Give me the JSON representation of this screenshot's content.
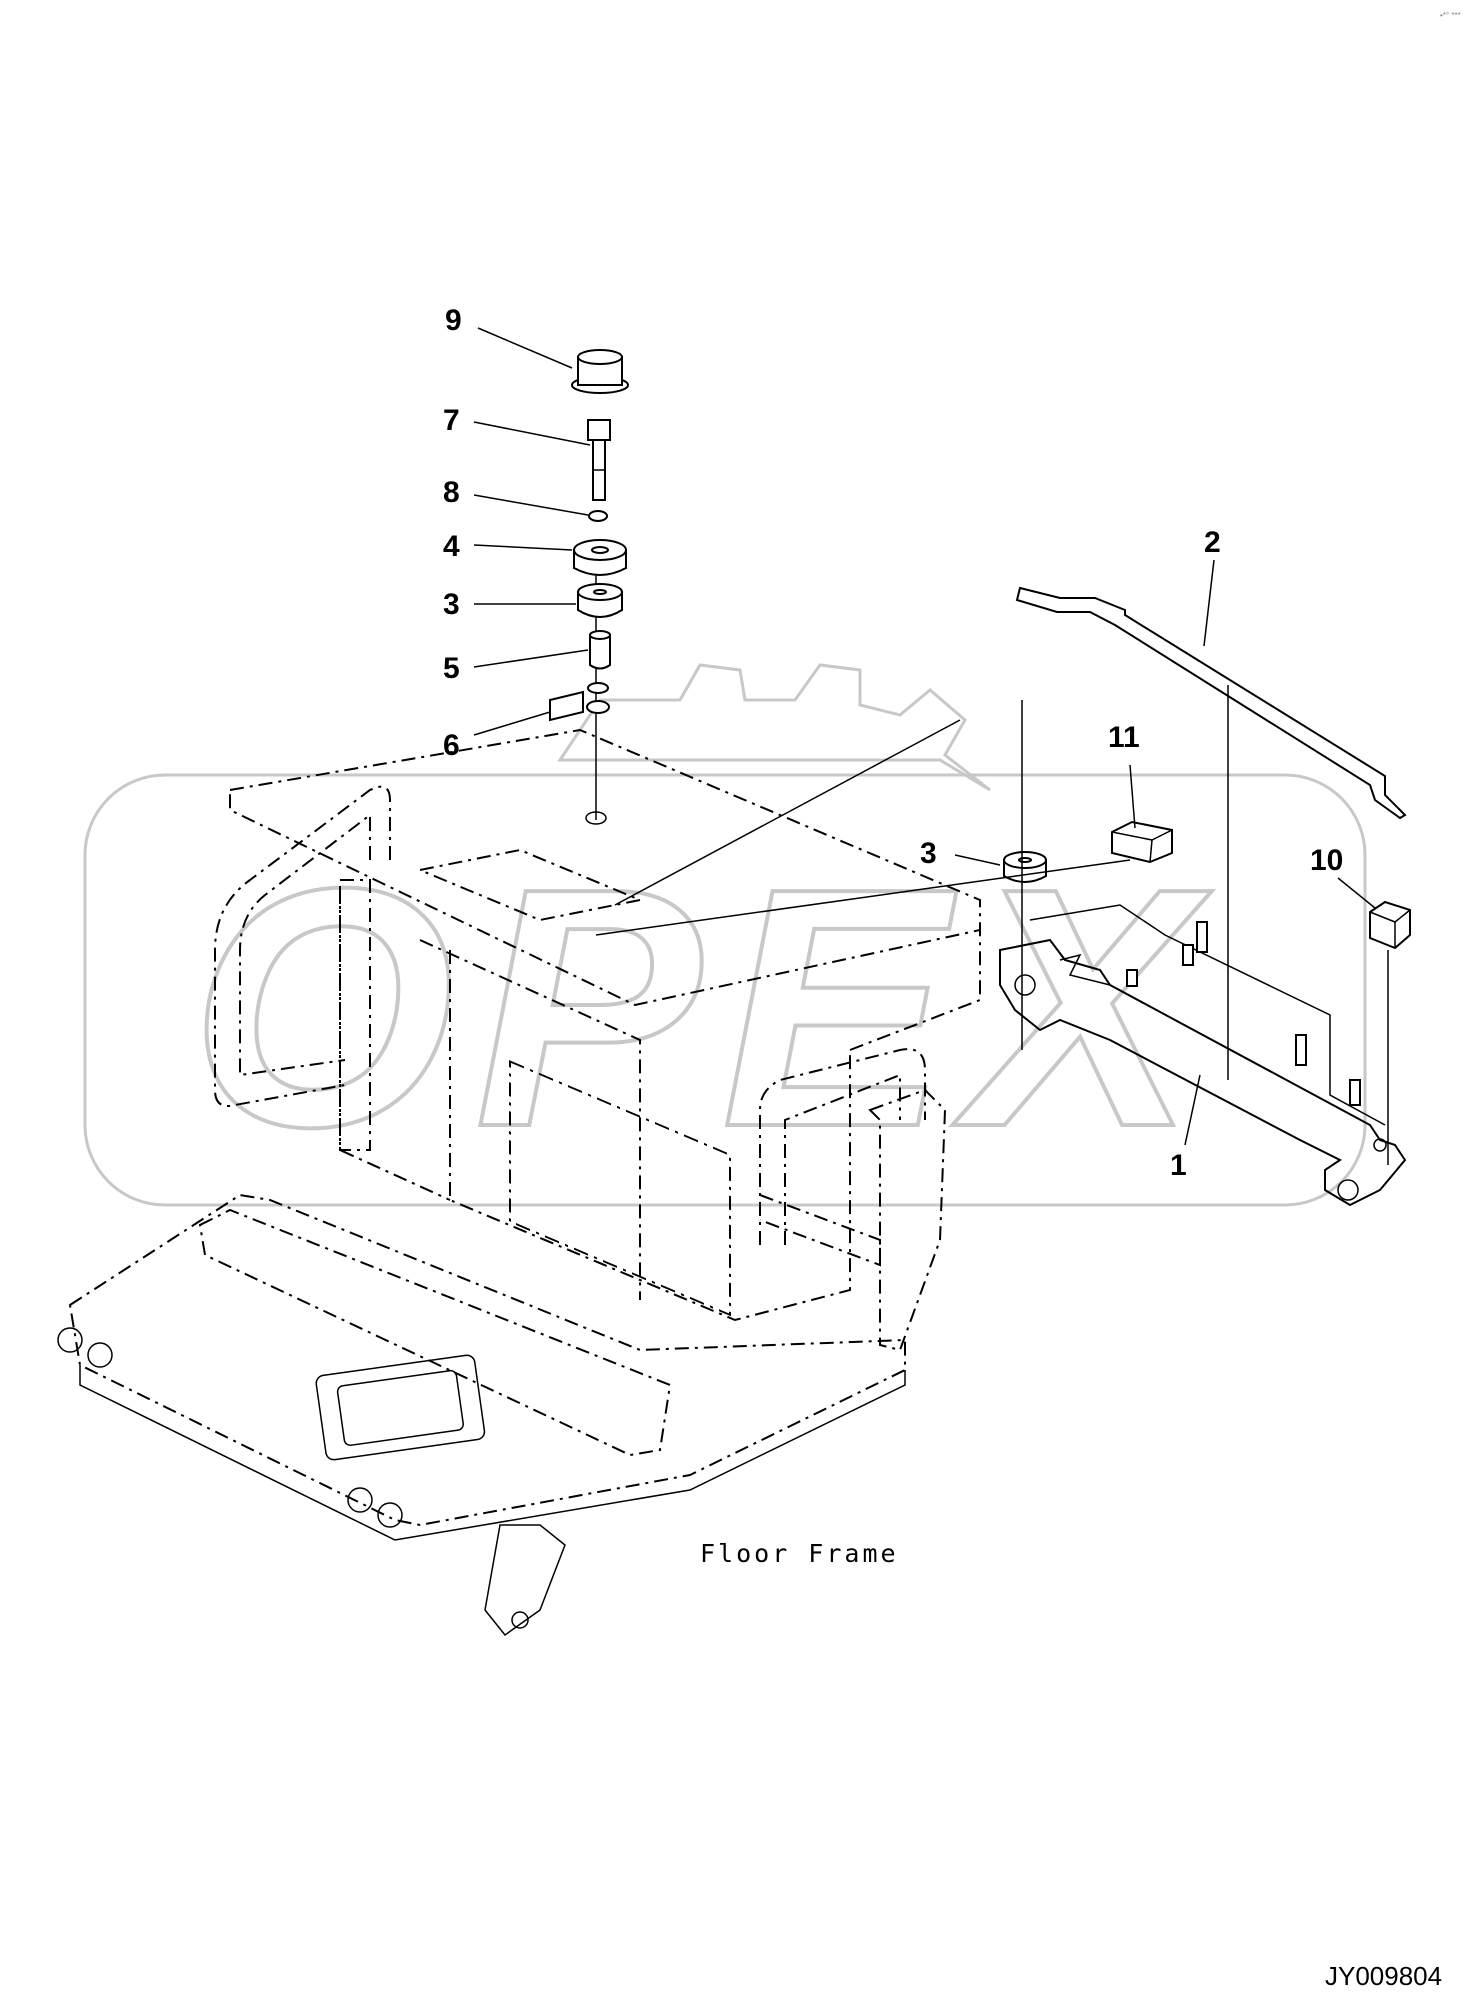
{
  "diagram": {
    "caption": "Floor Frame",
    "drawing_code": "JY009804",
    "corner_mark": "•*° ***",
    "watermark_text": "OPEX",
    "callouts": {
      "c9": "9",
      "c7": "7",
      "c8": "8",
      "c4": "4",
      "c3a": "3",
      "c5": "5",
      "c6": "6",
      "c2": "2",
      "c11": "11",
      "c3b": "3",
      "c10": "10",
      "c1": "1"
    }
  }
}
